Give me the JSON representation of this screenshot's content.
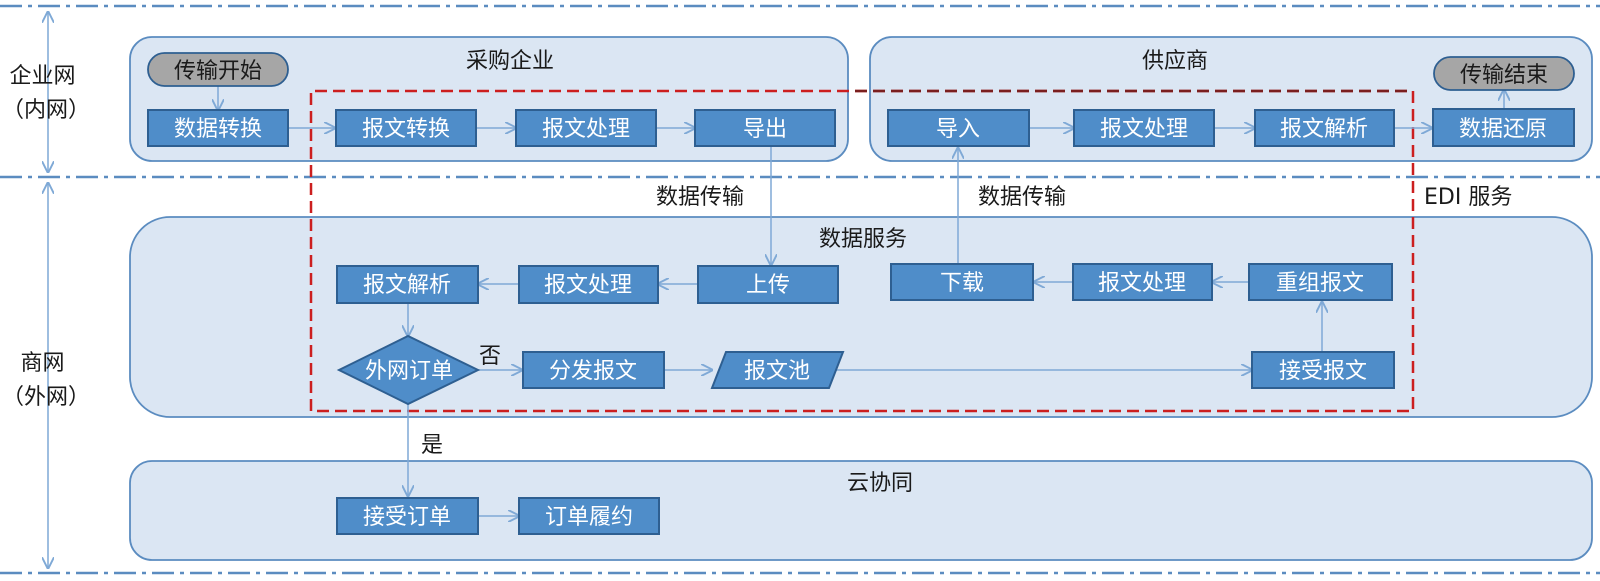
{
  "zones": {
    "inner": "企业网\n（内网）",
    "outer": "商网\n（外网）"
  },
  "panels": {
    "buyer": "采购企业",
    "supplier": "供应商",
    "data_service": "数据服务",
    "cloud": "云协同"
  },
  "edi_label": "EDI 服务",
  "nodes": {
    "start": "传输开始",
    "end": "传输结束",
    "buyer_convert_data": "数据转换",
    "buyer_convert_msg": "报文转换",
    "buyer_process_msg": "报文处理",
    "buyer_export": "导出",
    "sup_import": "导入",
    "sup_process_msg": "报文处理",
    "sup_parse_msg": "报文解析",
    "sup_restore": "数据还原",
    "ds_parse": "报文解析",
    "ds_process_left": "报文处理",
    "ds_upload": "上传",
    "ds_download": "下载",
    "ds_process_right": "报文处理",
    "ds_regroup": "重组报文",
    "decision": "外网订单",
    "ds_dispatch": "分发报文",
    "ds_pool": "报文池",
    "ds_receive": "接受报文",
    "cloud_accept": "接受订单",
    "cloud_fulfill": "订单履约"
  },
  "flow_labels": {
    "transfer_left": "数据传输",
    "transfer_right": "数据传输",
    "no": "否",
    "yes": "是"
  },
  "colors": {
    "box_fill": "#4f8dc9",
    "box_stroke": "#2e5f91",
    "panel_fill": "#dbe6f3",
    "panel_stroke": "#5b8cc0",
    "terminal_fill": "#a6a6a6",
    "arrow": "#7fa9d6",
    "edi_dash": "#cc1f1f",
    "zone_dash": "#5b8cc0"
  }
}
